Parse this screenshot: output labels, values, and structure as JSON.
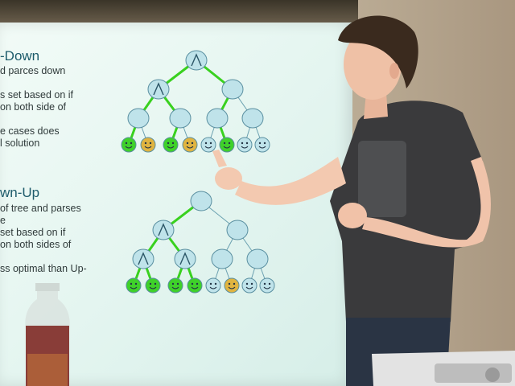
{
  "slide": {
    "section_top": {
      "heading": "-Down",
      "lines": [
        "d parces down",
        "",
        "s set based on if",
        "on both side of",
        "",
        "e cases does",
        "l solution"
      ]
    },
    "section_bottom": {
      "heading": "wn-Up",
      "lines": [
        "of tree and parses",
        "e",
        "set based on if",
        "on both sides of",
        "",
        "ss optimal than Up-"
      ]
    }
  },
  "colors": {
    "node_fill": "#bfe3ea",
    "node_stroke": "#5a8fa0",
    "edge_green": "#39d11f",
    "edge_blue": "#6aa0b0",
    "smiley_green": "#3fd12a",
    "smiley_yellow": "#e0b440",
    "smiley_blue": "#bfe3ea"
  }
}
